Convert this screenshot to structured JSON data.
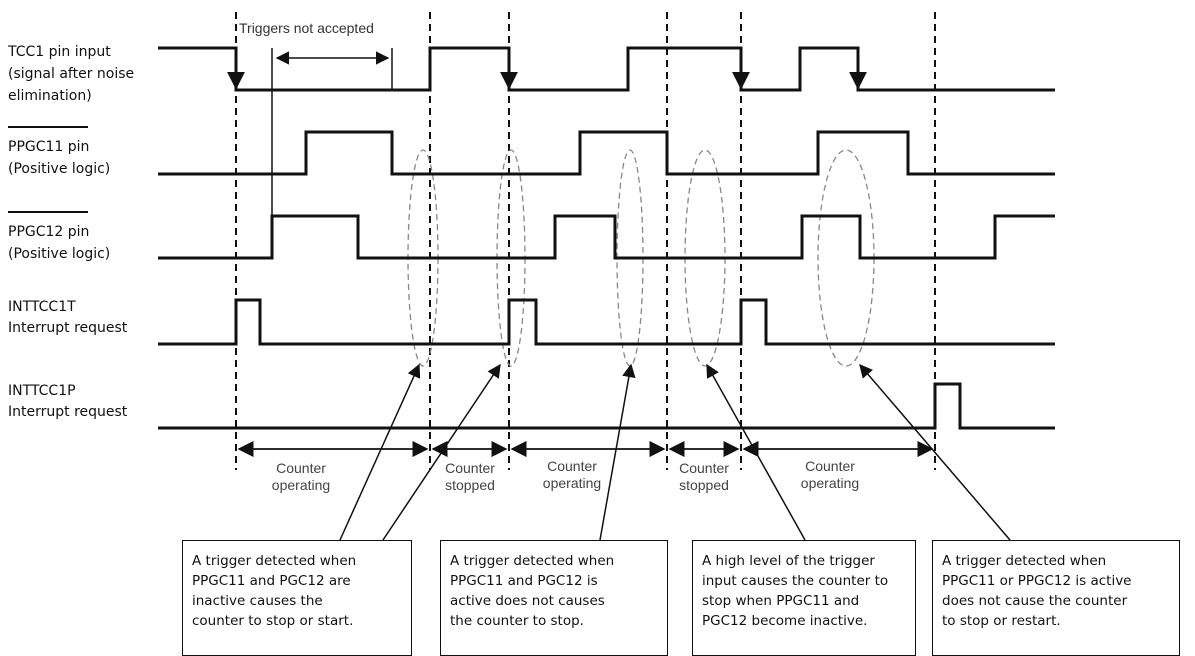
{
  "top_annotation": "Triggers not accepted",
  "signals": [
    {
      "id": "tcc1",
      "label_line1": "TCC1 pin input",
      "label_line2": "(signal after noise",
      "label_line3": "elimination)"
    },
    {
      "id": "ppgc11",
      "label_line1": "PPGC11 pin",
      "label_line2": "(Positive logic)"
    },
    {
      "id": "ppgc12",
      "label_line1": "PPGC12 pin",
      "label_line2": "(Positive logic)"
    },
    {
      "id": "inttcc1t",
      "label_line1": "INTTCC1T",
      "label_line2": "Interrupt request"
    },
    {
      "id": "inttcc1p",
      "label_line1": "INTTCC1P",
      "label_line2": "Interrupt request"
    }
  ],
  "phases": [
    {
      "line1": "Counter",
      "line2": "operating"
    },
    {
      "line1": "Counter",
      "line2": "stopped"
    },
    {
      "line1": "Counter",
      "line2": "operating"
    },
    {
      "line1": "Counter",
      "line2": "stopped"
    },
    {
      "line1": "Counter",
      "line2": "operating"
    }
  ],
  "notes": [
    "A trigger detected when\nPPGC11 and PGC12 are\ninactive causes the\ncounter to stop or start.",
    "A trigger detected when\nPPGC11 and PGC12 is\nactive does not causes\nthe counter to stop.",
    "A high level of the trigger\ninput causes the  counter to\nstop when  PPGC11 and\nPGC12 become inactive.",
    "A trigger detected when\nPPGC11 or PPGC12 is active\ndoes not cause the counter\nto stop or restart."
  ]
}
